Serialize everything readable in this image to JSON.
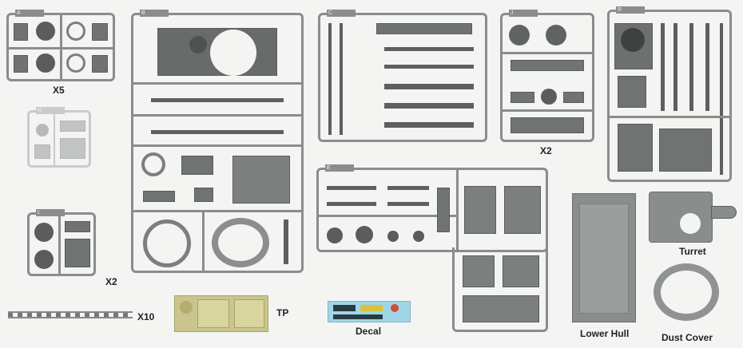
{
  "sprues": {
    "a": {
      "letter": "A",
      "multiplier": "X5"
    },
    "b": {
      "letter": "B"
    },
    "c": {
      "letter": "C"
    },
    "j": {
      "letter": "J",
      "multiplier": "X2"
    },
    "r": {
      "letter": "R"
    },
    "n": {
      "letter": "N"
    },
    "l": {
      "letter": "L",
      "multiplier": "X2"
    },
    "e": {
      "letter": "E"
    }
  },
  "tracks": {
    "multiplier": "X10"
  },
  "photo_etch": {
    "label": "TP"
  },
  "decal": {
    "label": "Decal"
  },
  "lower_hull": {
    "label": "Lower Hull"
  },
  "turret": {
    "label": "Turret"
  },
  "dust_cover": {
    "label": "Dust Cover"
  },
  "colors": {
    "sprue": "#8a8d8c",
    "photo_etch": "#c9c58c",
    "decal": "#9fd6e6",
    "background": "#f4f4f2"
  }
}
